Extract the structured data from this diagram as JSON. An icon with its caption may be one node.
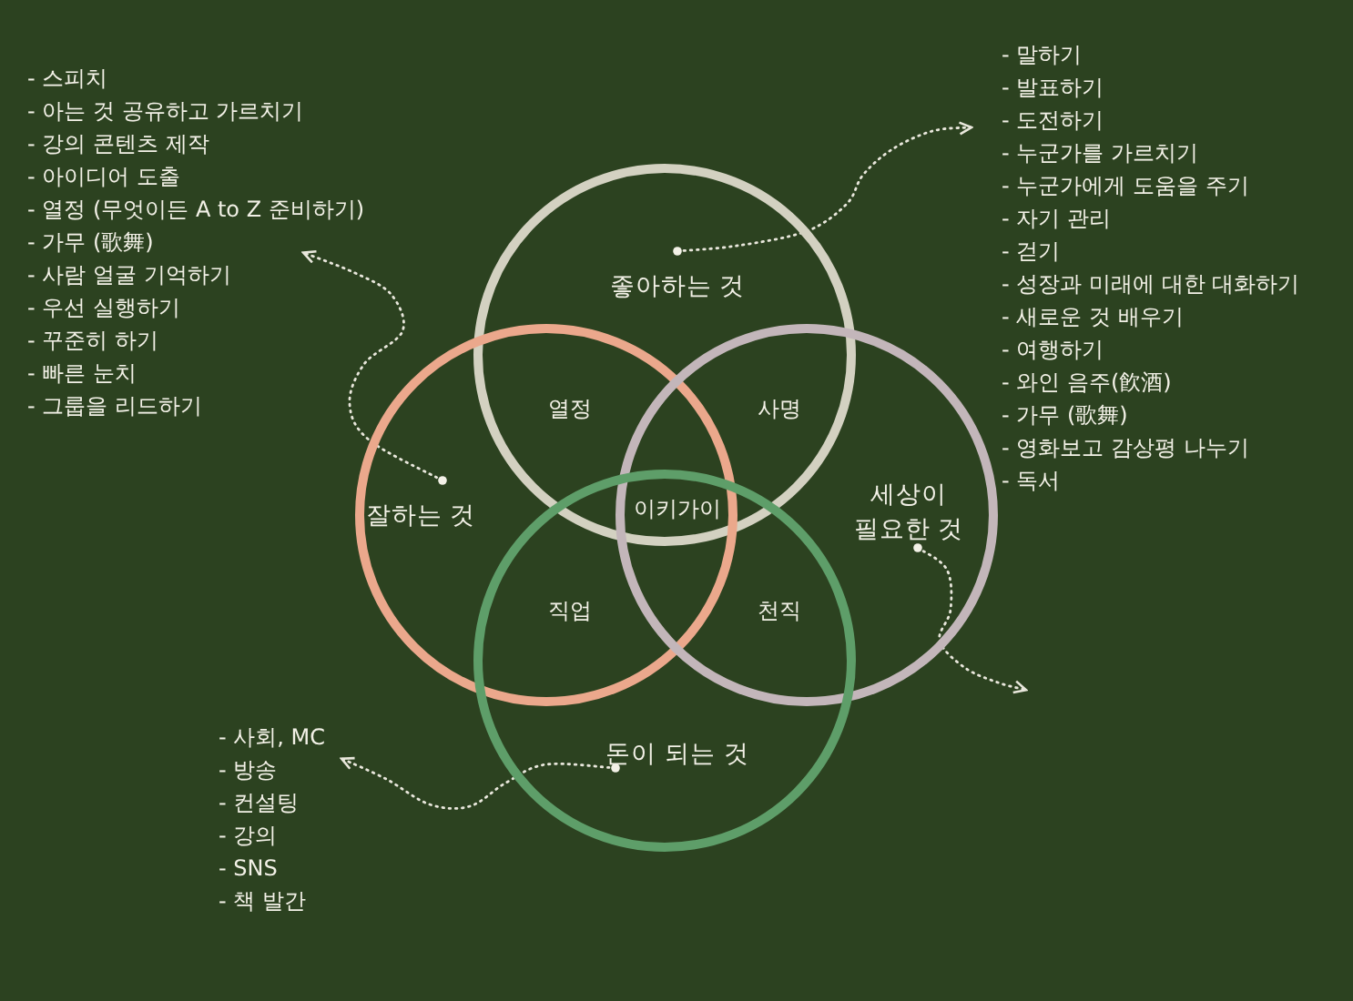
{
  "diagram": {
    "nodes": [
      {
        "text": [
          "- 스피치",
          "- 아는 것 공유하고 가르치기",
          "- 강의 콘텐츠 제작",
          "- 아이디어 도출",
          "- 열정 (무엇이든 A to Z 준비하기)",
          "- 가무 (歌舞)",
          "- 사람 얼굴 기억하기",
          "- 우선 실행하기",
          "- 꾸준히 하기",
          "- 빠른 눈치",
          "- 그룹을 리드하기"
        ]
      },
      {
        "text": [
          "- 말하기",
          "- 발표하기",
          "- 도전하기",
          "- 누군가를 가르치기",
          "- 누군가에게 도움을 주기",
          "- 자기 관리",
          "- 걷기",
          "- 성장과 미래에 대한 대화하기",
          "- 새로운 것 배우기",
          "- 여행하기",
          "- 와인 음주(飮酒)",
          "- 가무 (歌舞)",
          "- 영화보고 감상평 나누기",
          "- 독서"
        ]
      },
      {
        "text": [
          "좋아하는 것"
        ]
      },
      {
        "text": [
          "잘하는 것"
        ]
      },
      {
        "text": [
          "세상이 필요한 것"
        ]
      },
      {
        "text": [
          "돈이 되는 것"
        ]
      },
      {
        "text": [
          "- 사회, MC",
          "- 방송",
          "- 컨설팅",
          "- 강의",
          "- SNS",
          "- 책 발간"
        ]
      }
    ],
    "edges": [
      {
        "from": 2,
        "to": 1,
        "arrow": "to",
        "style": "dashed"
      },
      {
        "from": 3,
        "to": 0,
        "arrow": "to",
        "style": "dashed"
      },
      {
        "from": 4,
        "to": null,
        "arrow": "to",
        "style": "dashed"
      },
      {
        "from": 5,
        "to": 6,
        "arrow": "to",
        "style": "dashed"
      }
    ],
    "labels": [
      "열정",
      "사명",
      "이키가이",
      "직업",
      "천직"
    ]
  }
}
